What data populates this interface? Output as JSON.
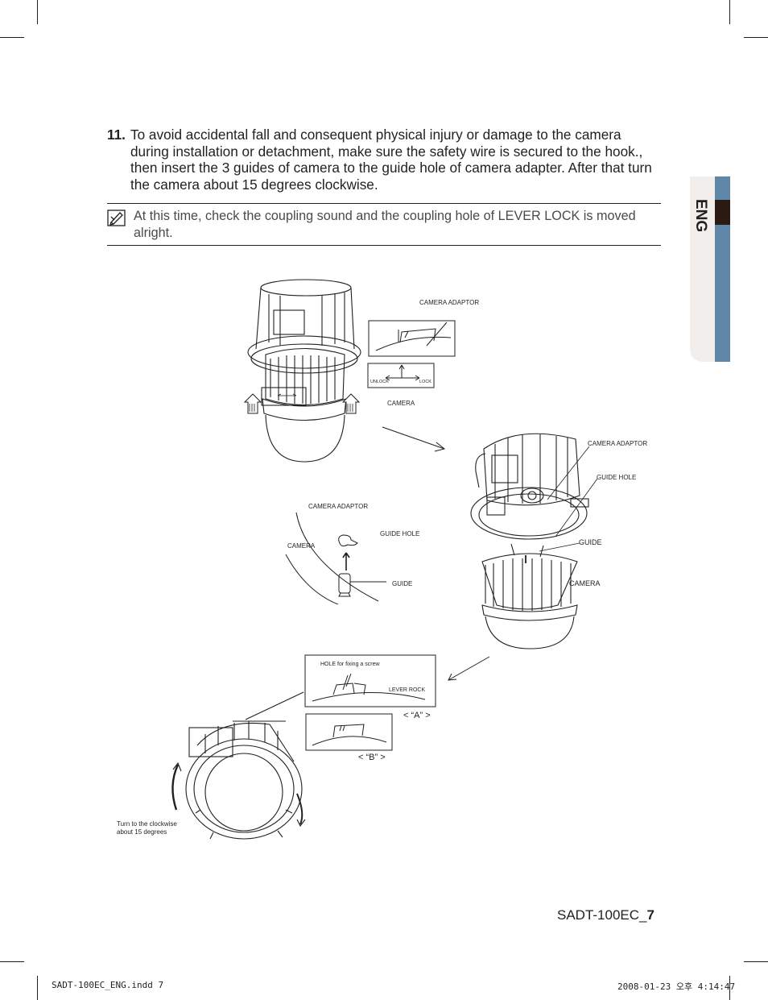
{
  "step": {
    "number": "11.",
    "text": "To avoid accidental fall and consequent physical injury or damage to the camera during installation or detachment, make sure the safety wire is secured to the hook., then insert the 3 guides of camera to the guide hole of camera adapter. After that turn the camera about 15 degrees clockwise."
  },
  "note": {
    "text": "At this time, check the coupling sound and the coupling hole of LEVER LOCK is moved alright."
  },
  "side_tab": {
    "label": "ENG"
  },
  "diagram": {
    "fig1": {
      "camera_adaptor": "CAMERA ADAPTOR",
      "camera": "CAMERA",
      "unlock": "UNLOCK",
      "lock": "LOCK"
    },
    "fig2": {
      "camera_adaptor": "CAMERA ADAPTOR",
      "guide_hole": "GUIDE HOLE",
      "guide": "GUIDE",
      "camera": "CAMERA"
    },
    "fig3": {
      "camera_adaptor": "CAMERA ADAPTOR",
      "guide_hole": "GUIDE HOLE",
      "camera": "CAMERA",
      "guide": "GUIDE"
    },
    "fig4": {
      "hole_fixing": "HOLE for fixing a screw",
      "lever_rock": "LEVER ROCK",
      "label_a": "< “A” >",
      "label_b": "< “B” >",
      "turn_line1": "Turn to the clockwise",
      "turn_line2": "about 15 degrees"
    }
  },
  "footer": {
    "model": "SADT-100EC_",
    "page": "7",
    "file": "SADT-100EC_ENG.indd   7",
    "date": "2008-01-23   오후 4:14:47"
  },
  "colors": {
    "text": "#231f20",
    "tab_blue": "#5f87a7",
    "tab_light": "#f1eeeb",
    "tab_dark": "#2a1a12"
  }
}
